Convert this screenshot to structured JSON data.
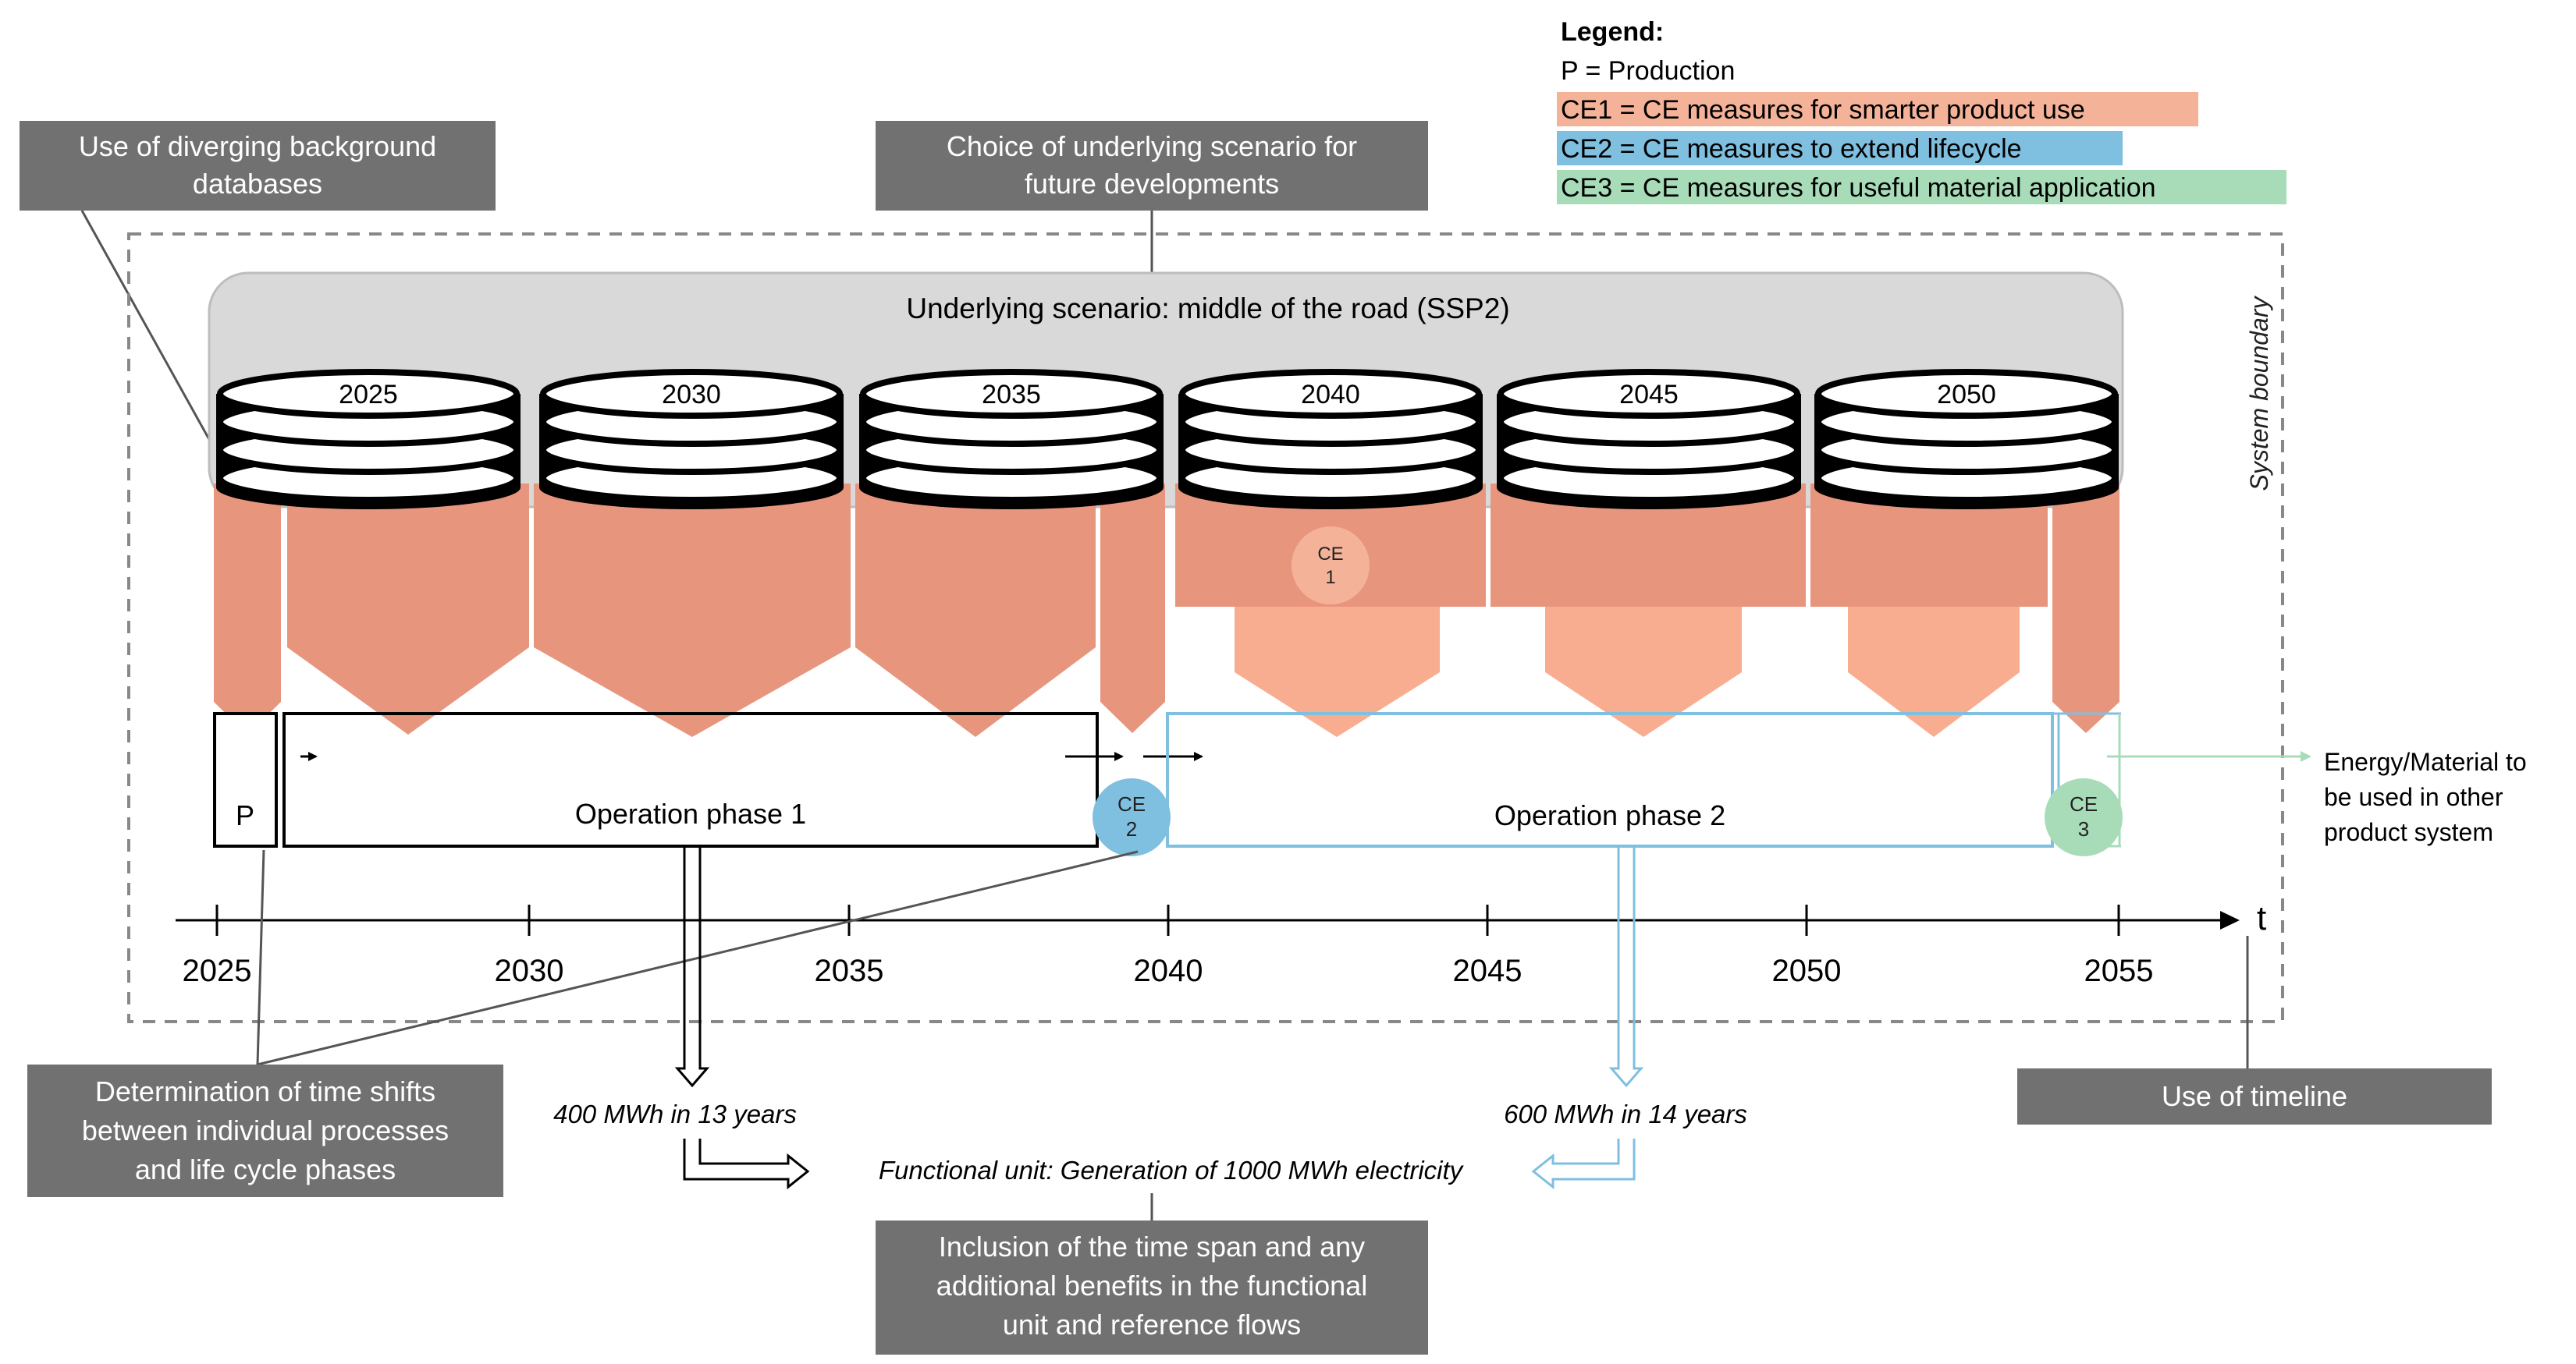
{
  "legend": {
    "title": "Legend:",
    "items": [
      {
        "label": "P = Production",
        "color": ""
      },
      {
        "label": "CE1 = CE measures for smarter product use",
        "color": "#f4b399"
      },
      {
        "label": "CE2 = CE measures to extend lifecycle",
        "color": "#7fbfe0"
      },
      {
        "label": "CE3 = CE measures for useful material application",
        "color": "#a8dcb9"
      }
    ]
  },
  "callouts": {
    "databases": {
      "lines": [
        "Use of diverging background",
        "databases"
      ]
    },
    "scenario_choice": {
      "lines": [
        "Choice of underlying scenario for",
        "future developments"
      ]
    },
    "time_shifts": {
      "lines": [
        "Determination of time shifts",
        "between individual processes",
        "and life cycle phases"
      ]
    },
    "timeline": {
      "lines": [
        "Use of timeline"
      ]
    },
    "functional_unit": {
      "lines": [
        "Inclusion of the time span and any",
        "additional benefits in the functional",
        "unit and reference flows"
      ]
    }
  },
  "scenario": {
    "label": "Underlying scenario: middle of the road (SSP2)"
  },
  "databases": [
    "2025",
    "2030",
    "2035",
    "2040",
    "2045",
    "2050"
  ],
  "system_boundary": {
    "label": "System boundary"
  },
  "phases": {
    "production": "P",
    "operation1": "Operation phase 1",
    "operation2": "Operation phase 2"
  },
  "ce_markers": {
    "ce1": {
      "lines": [
        "CE",
        "1"
      ],
      "color": "#f4b399"
    },
    "ce2": {
      "lines": [
        "CE",
        "2"
      ],
      "color": "#7fbfe0"
    },
    "ce3": {
      "lines": [
        "CE",
        "3"
      ],
      "color": "#a8dcb9"
    }
  },
  "energy_output": {
    "lines": [
      "Energy/Material to",
      "be used in other",
      "product system"
    ]
  },
  "timeline": {
    "axis_label": "t",
    "ticks": [
      "2025",
      "2030",
      "2035",
      "2040",
      "2045",
      "2050",
      "2055"
    ]
  },
  "flows": {
    "phase1": "400 MWh in 13 years",
    "phase2": "600 MWh in 14 years",
    "functional_unit": "Functional unit: Generation of 1000 MWh electricity"
  },
  "colors": {
    "callout_bg": "#717171",
    "salmon_dark": "#e8957e",
    "salmon_light": "#f8ad90",
    "blue_line": "#7fbfe0",
    "green_line": "#a8dcb9"
  }
}
